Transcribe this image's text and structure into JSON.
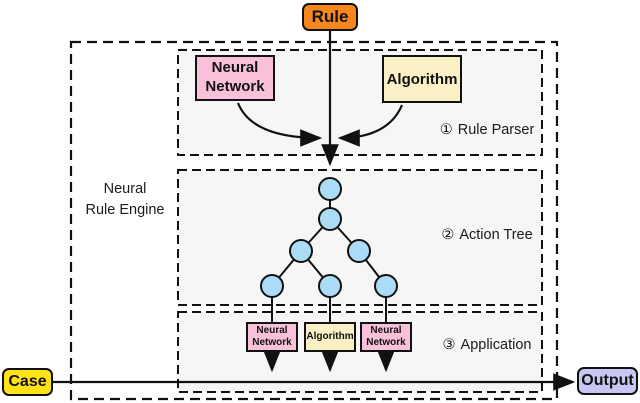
{
  "diagram": {
    "engine_label": "Neural\nRule Engine",
    "rule": {
      "label": "Rule"
    },
    "case": {
      "label": "Case"
    },
    "output": {
      "label": "Output"
    },
    "sections": {
      "parser": {
        "number": "①",
        "label": "Rule Parser"
      },
      "tree": {
        "number": "②",
        "label": "Action Tree"
      },
      "application": {
        "number": "③",
        "label": "Application"
      }
    },
    "parser_inputs": {
      "neural_network": "Neural\nNetwork",
      "algorithm": "Algorithm"
    },
    "application_modules": [
      {
        "label": "Neural\nNetwork"
      },
      {
        "label": "Algorithm"
      },
      {
        "label": "Neural\nNetwork"
      }
    ],
    "action_tree": {
      "node_count": 7,
      "levels": [
        1,
        1,
        2,
        3
      ]
    }
  },
  "colors": {
    "rule_box": "#F6871F",
    "neural_network_box": "#F9C1D9",
    "algorithm_box": "#FAF0C5",
    "tree_node": "#ABDBF6",
    "case_box": "#FFE318",
    "output_box": "#C7C7F1",
    "section_background": "#F6F6F6",
    "line": "#111111"
  }
}
